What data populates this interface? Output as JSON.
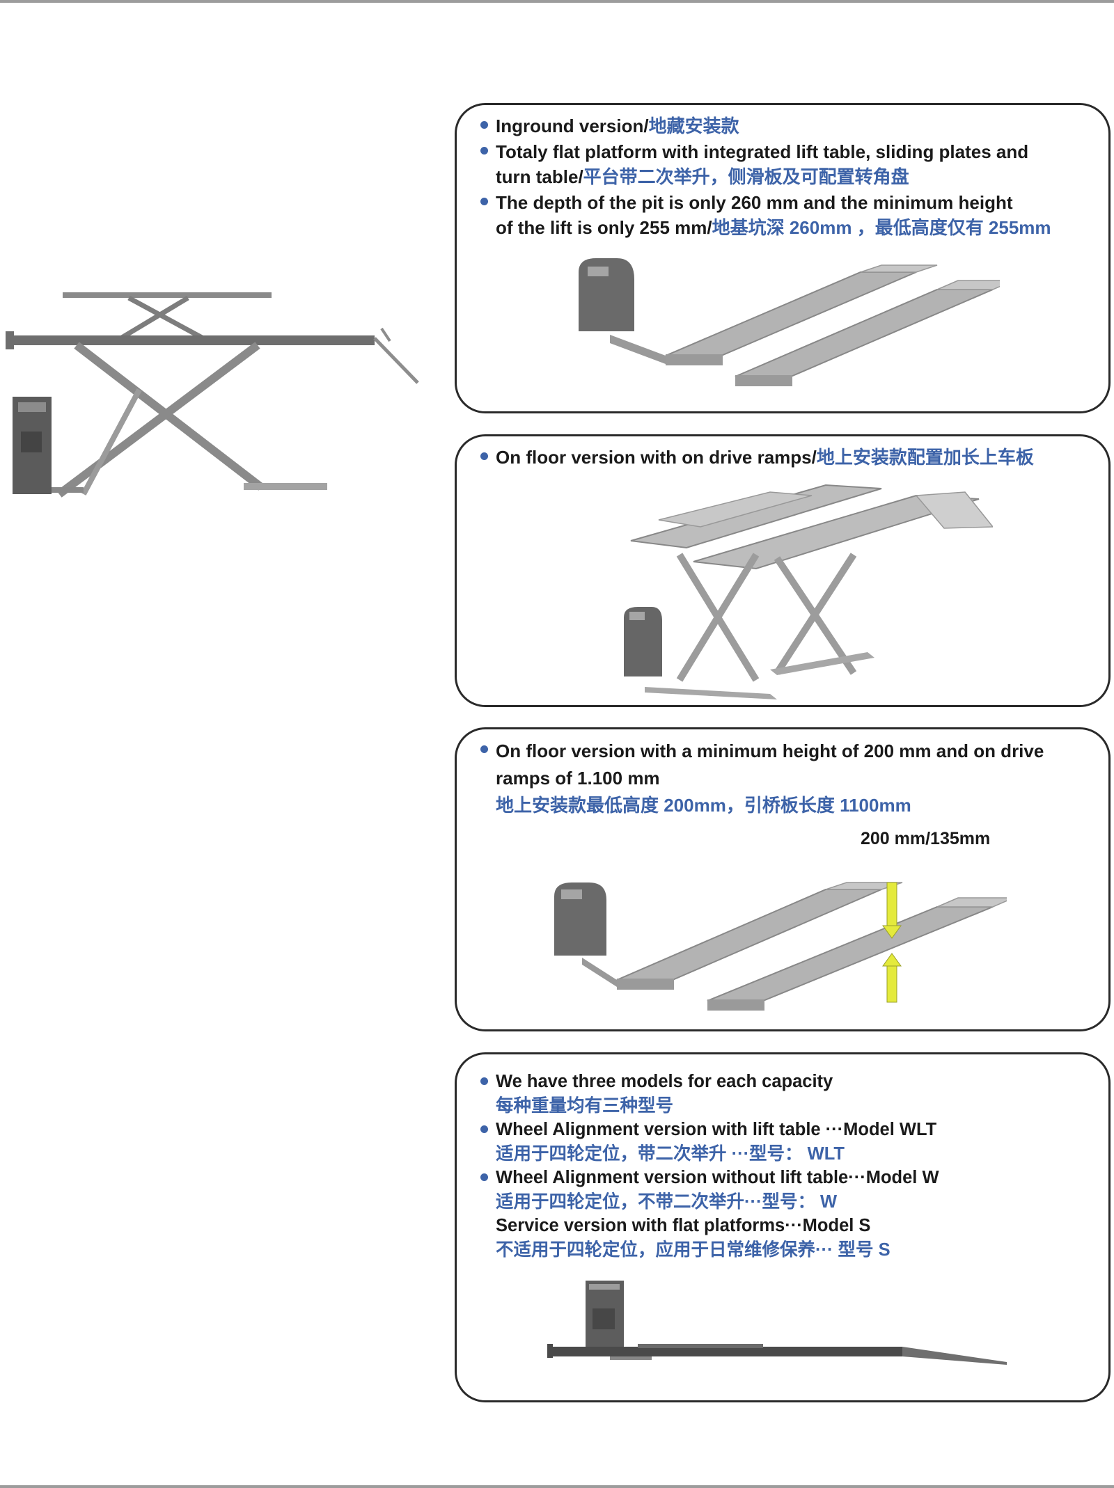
{
  "panels": {
    "inground": {
      "bullet1": {
        "en": "Inground version/",
        "cn": "地藏安装款"
      },
      "bullet2": {
        "line1": "Totaly flat platform with integrated lift table, sliding plates and",
        "line2_en": "turn table/",
        "line2_cn": "平台带二次举升，侧滑板及可配置转角盘"
      },
      "bullet3": {
        "line1": "The depth of the pit is only 260 mm and the minimum height",
        "line2_en": "of the lift is only 255 mm/",
        "line2_cn": "地基坑深 260mm ，最低高度仅有 255mm"
      }
    },
    "on_floor_ramps": {
      "bullet1": {
        "en": "On floor version with on drive ramps/",
        "cn": "地上安装款配置加长上车板"
      }
    },
    "on_floor_min": {
      "bullet1": {
        "line1": "On floor version with a minimum height of 200 mm and on drive",
        "line2": "ramps of 1.100 mm",
        "line3_cn": "地上安装款最低高度 200mm，引桥板长度 1100mm"
      },
      "dimension_label": "200 mm/135mm"
    },
    "models": {
      "bullet1": {
        "en": "We have three models for each capacity",
        "cn": "每种重量均有三种型号"
      },
      "bullet2": {
        "en": "Wheel Alignment version with lift table ···Model WLT",
        "cn": "适用于四轮定位，带二次举升 ···型号： WLT"
      },
      "bullet3": {
        "en": "Wheel Alignment version without lift table···Model W",
        "cn": "适用于四轮定位，不带二次举升···型号： W"
      },
      "extra": {
        "en": "Service version with flat platforms···Model S",
        "cn": "不适用于四轮定位，应用于日常维修保养··· 型号 S"
      }
    }
  },
  "colors": {
    "accent_blue": "#3d63a8",
    "text_dark": "#1a1a1a",
    "lift_gray": "#9a9a9a",
    "arrow_yellow": "#e4ea3c"
  }
}
